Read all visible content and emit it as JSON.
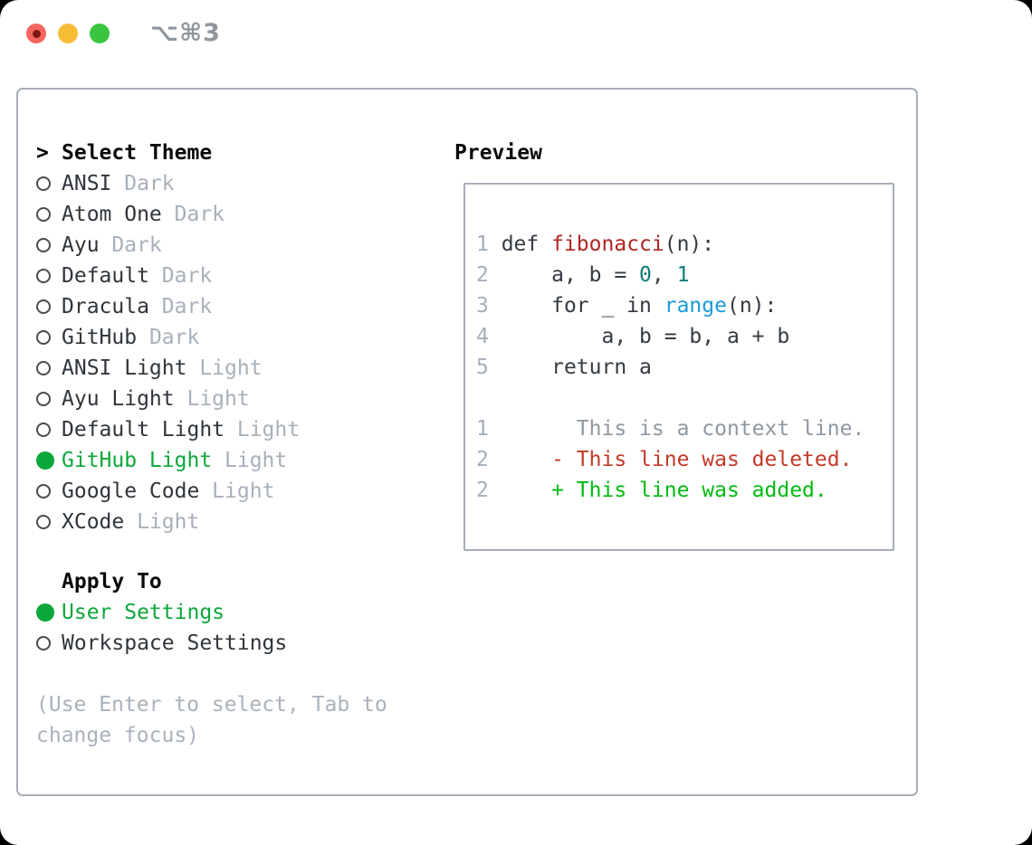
{
  "window": {
    "shortcut_label": "⌥⌘3",
    "traffic_lights": {
      "close_color": "#f4655d",
      "close_dot_color": "#7e190f",
      "minimize_color": "#f7bd35",
      "zoom_color": "#39c53f"
    }
  },
  "colors": {
    "panel_border": "#a7aeb8",
    "selected_green": "#0ca73a",
    "item_text": "#2f353b",
    "variant_text": "#a8b0bb",
    "hint_text": "#aab2bc",
    "shortcut_text": "#8f969e",
    "code_plain": "#343a41",
    "code_function_red": "#b12420",
    "code_number_teal": "#0d7d78",
    "code_builtin_blue": "#1b99d8",
    "diff_context_gray": "#8f98a2",
    "diff_deleted_red": "#c33a28",
    "diff_added_green": "#00bb11",
    "line_number_gray": "#a5aeb9"
  },
  "theme_picker": {
    "prompt": ">",
    "title": "Select Theme",
    "items": [
      {
        "label": "ANSI",
        "variant": "Dark",
        "selected": false
      },
      {
        "label": "Atom One",
        "variant": "Dark",
        "selected": false
      },
      {
        "label": "Ayu",
        "variant": "Dark",
        "selected": false
      },
      {
        "label": "Default",
        "variant": "Dark",
        "selected": false
      },
      {
        "label": "Dracula",
        "variant": "Dark",
        "selected": false
      },
      {
        "label": "GitHub",
        "variant": "Dark",
        "selected": false
      },
      {
        "label": "ANSI Light",
        "variant": "Light",
        "selected": false
      },
      {
        "label": "Ayu Light",
        "variant": "Light",
        "selected": false
      },
      {
        "label": "Default Light",
        "variant": "Light",
        "selected": false
      },
      {
        "label": "GitHub Light",
        "variant": "Light",
        "selected": true
      },
      {
        "label": "Google Code",
        "variant": "Light",
        "selected": false
      },
      {
        "label": "XCode",
        "variant": "Light",
        "selected": false
      }
    ]
  },
  "apply_to": {
    "title": "Apply To",
    "options": [
      {
        "label": "User Settings",
        "selected": true
      },
      {
        "label": "Workspace Settings",
        "selected": false
      }
    ]
  },
  "hint_text": "(Use Enter to select, Tab to change focus)",
  "preview": {
    "title": "Preview",
    "code_lines": [
      {
        "num": "1",
        "tokens": [
          {
            "text": " def ",
            "style": "plain"
          },
          {
            "text": "fibonacci",
            "style": "function"
          },
          {
            "text": "(n):",
            "style": "plain"
          }
        ]
      },
      {
        "num": "2",
        "tokens": [
          {
            "text": "     a, b = ",
            "style": "plain"
          },
          {
            "text": "0",
            "style": "number"
          },
          {
            "text": ", ",
            "style": "plain"
          },
          {
            "text": "1",
            "style": "number"
          }
        ]
      },
      {
        "num": "3",
        "tokens": [
          {
            "text": "     for _ in ",
            "style": "plain"
          },
          {
            "text": "range",
            "style": "builtin"
          },
          {
            "text": "(n):",
            "style": "plain"
          }
        ]
      },
      {
        "num": "4",
        "tokens": [
          {
            "text": "         a, b = b, a + b",
            "style": "plain"
          }
        ]
      },
      {
        "num": "5",
        "tokens": [
          {
            "text": "     return a",
            "style": "plain"
          }
        ]
      }
    ],
    "diff_lines": [
      {
        "num": "1",
        "marker": "",
        "text": "This is a context line.",
        "kind": "context"
      },
      {
        "num": "2",
        "marker": "-",
        "text": "This line was deleted.",
        "kind": "deleted"
      },
      {
        "num": "2",
        "marker": "+",
        "text": "This line was added.",
        "kind": "added"
      }
    ]
  }
}
